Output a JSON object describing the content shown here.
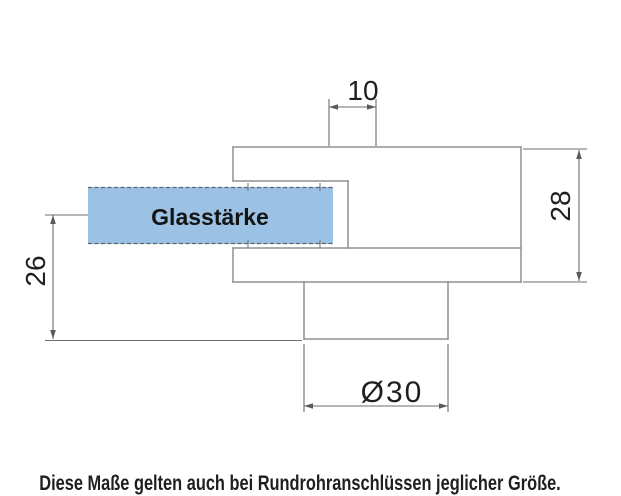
{
  "diagram": {
    "glass_label": "Glasstärke",
    "dimensions": {
      "top_width": "10",
      "right_height": "28",
      "left_height": "26",
      "diameter": "Ø30"
    },
    "caption": "Diese Maße gelten auch bei Rundrohranschlüssen jeglicher Größe.",
    "colors": {
      "glass_fill": "#9bc1e4",
      "outline": "#8f9192",
      "dimension": "#6d6d6d",
      "arrow": "#5a5a5a",
      "gasket_edge": "#5c6670"
    }
  }
}
